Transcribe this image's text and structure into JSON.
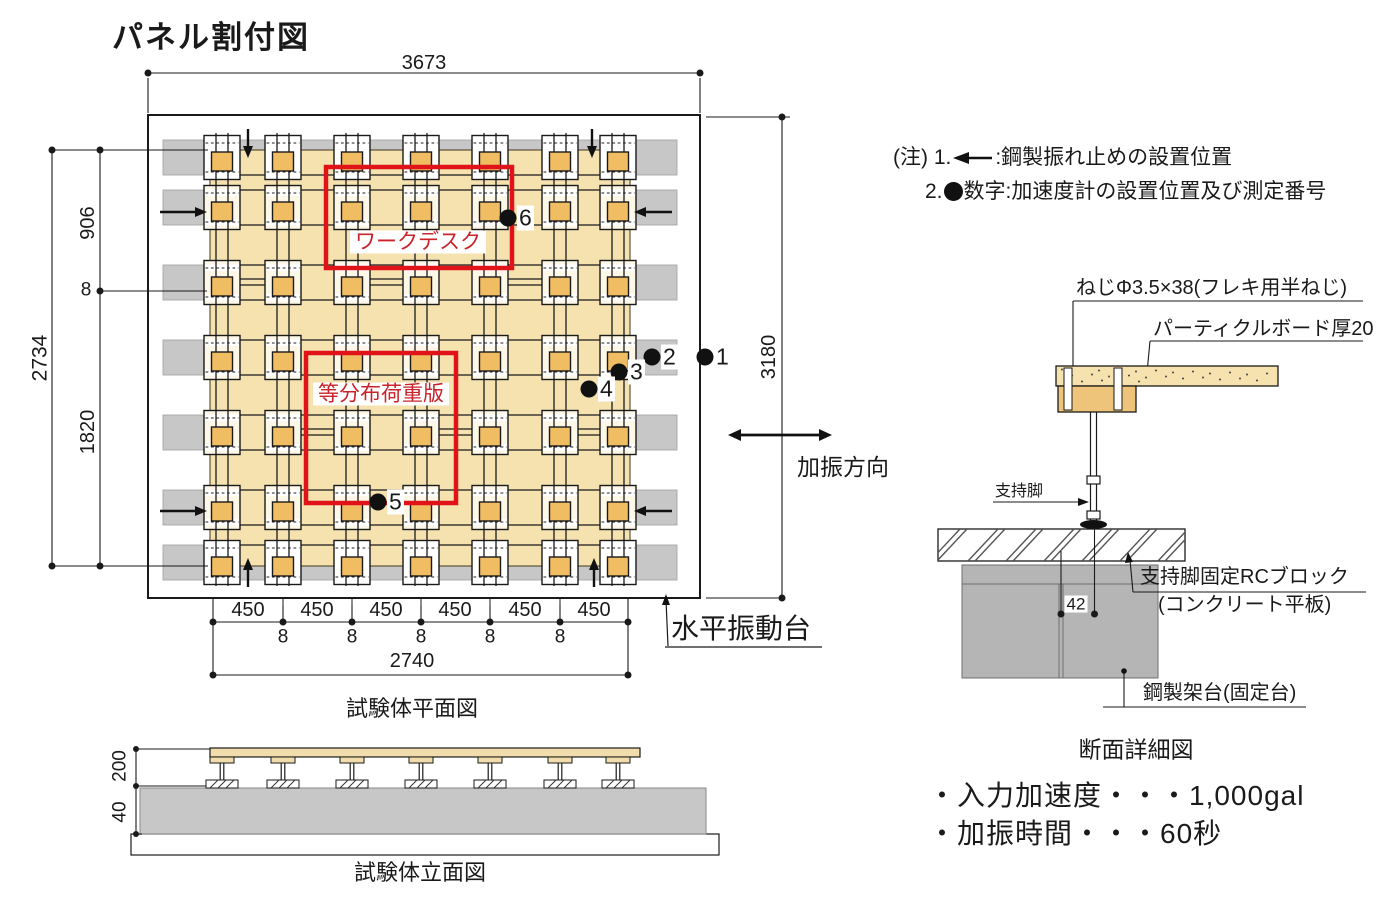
{
  "title": "パネル割付図",
  "notes": {
    "line1_prefix": "(注) 1.",
    "line1_text": ":鋼製振れ止めの設置位置",
    "line2_prefix": "2.",
    "line2_text": "数字:加速度計の設置位置及び測定番号"
  },
  "plan": {
    "caption": "試験体平面図",
    "dim_top": "3673",
    "dim_left_total": "2734",
    "dim_left_seg1": "906",
    "dim_left_seg2": "8",
    "dim_left_seg3": "1820",
    "dim_right": "3180",
    "dim_450": [
      "450",
      "450",
      "450",
      "450",
      "450",
      "450"
    ],
    "dim_8s": [
      "8",
      "8",
      "8",
      "8",
      "8"
    ],
    "dim_bottom_total": "2740",
    "workdesk_label": "ワークデスク",
    "load_plate_label": "等分布荷重版",
    "table_label": "水平振動台",
    "direction_label": "加振方向",
    "points": [
      "1",
      "2",
      "3",
      "4",
      "5",
      "6"
    ]
  },
  "detail": {
    "caption": "断面詳細図",
    "screw_label": "ねじΦ3.5×38(フレキ用半ねじ)",
    "board_label": "パーティクルボード厚20",
    "leg_label": "支持脚",
    "dim_42": "42",
    "rc_block_label1": "支持脚固定RCブロック",
    "rc_block_label2": "(コンクリート平板)",
    "frame_label": "鋼製架台(固定台)"
  },
  "elevation": {
    "caption": "試験体立面図",
    "dim_200": "200",
    "dim_40": "40"
  },
  "specs": {
    "line1": "・入力加速度・・・1,000gal",
    "line2": "・加振時間・・・60秒"
  },
  "colors": {
    "panel_tan": "#f5e2af",
    "orange_square": "#f0bd63",
    "gray_bar": "#c7c7c7",
    "steel_gray": "#b5b5b5",
    "red_box": "#e01418",
    "red_text": "#c9232b"
  }
}
